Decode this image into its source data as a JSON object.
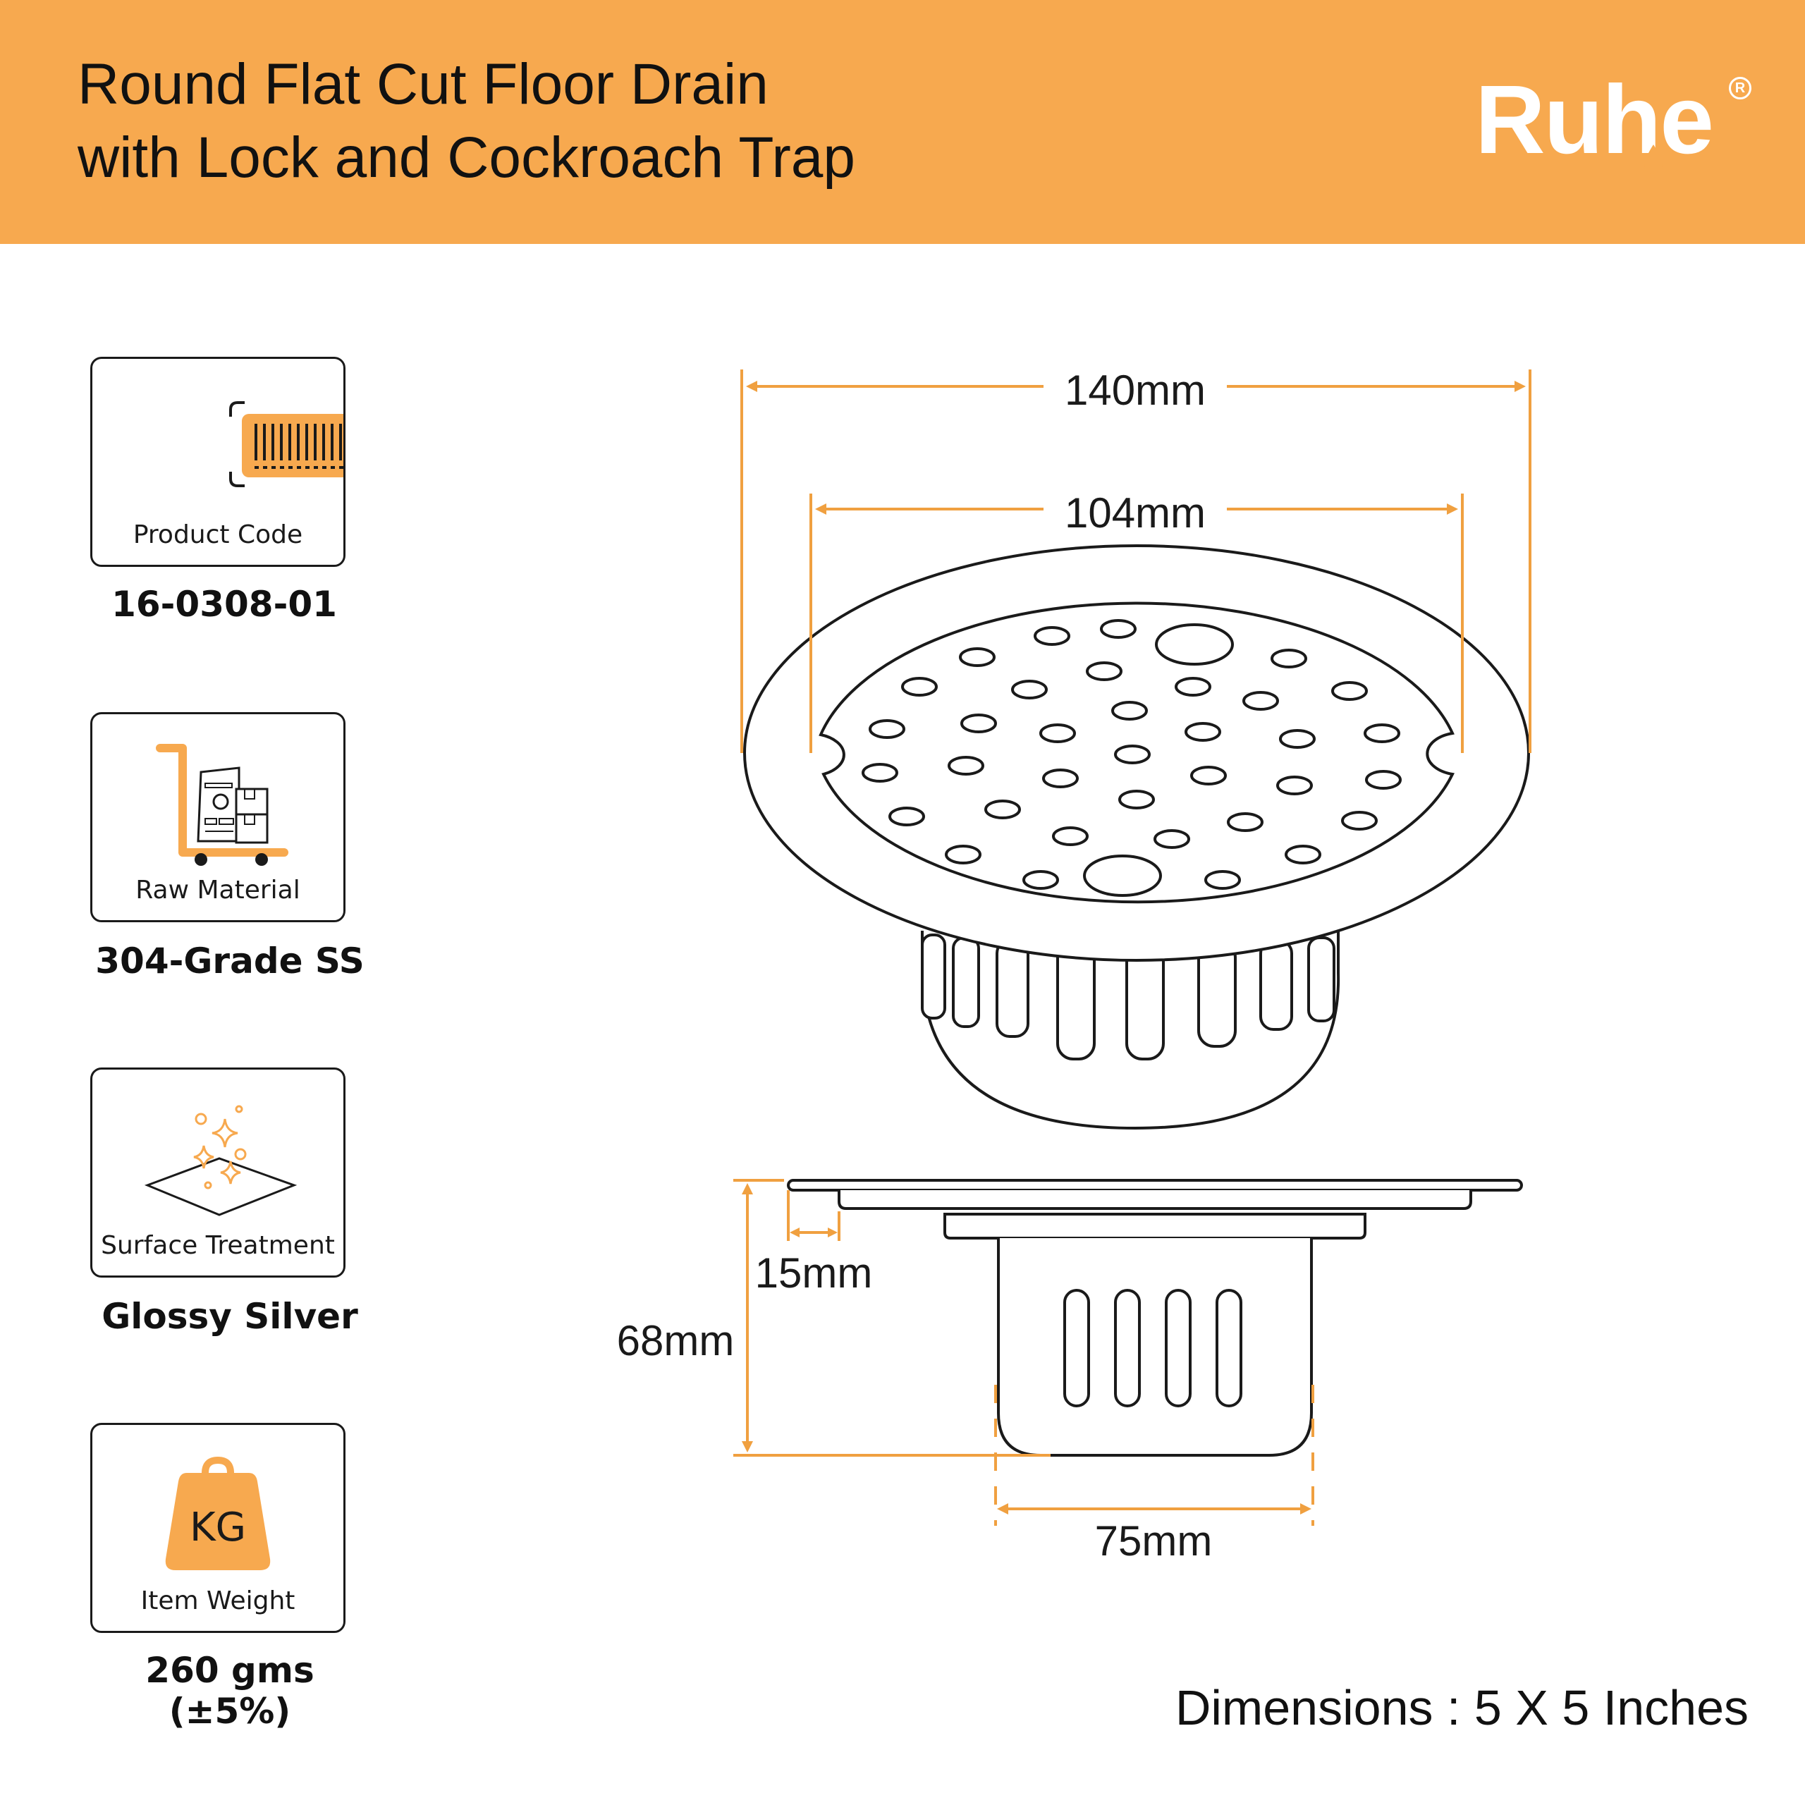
{
  "header": {
    "title_line1": "Round Flat Cut Floor Drain",
    "title_line2": "with Lock and Cockroach Trap",
    "background_color": "#f7a94f"
  },
  "brand": {
    "name": "Ruhe",
    "registered_mark": "R"
  },
  "specs": [
    {
      "label": "Product Code",
      "value": "16-0308-01",
      "icon": "barcode-icon"
    },
    {
      "label": "Raw Material",
      "value": "304-Grade SS",
      "icon": "material-cart-icon"
    },
    {
      "label": "Surface Treatment",
      "value": "Glossy Silver",
      "icon": "sparkle-surface-icon"
    },
    {
      "label": "Item Weight",
      "value": "260 gms (±5%)",
      "icon": "weight-kg-icon"
    }
  ],
  "weight_icon_text": "KG",
  "dimensions": {
    "outer_diameter": "140mm",
    "inner_diameter": "104mm",
    "flange_width": "15mm",
    "height": "68mm",
    "body_width": "75mm"
  },
  "dimensions_caption": "Dimensions : 5 X 5 Inches",
  "colors": {
    "accent": "#f7a94f",
    "dimension_line": "#f0a040",
    "outline": "#1a1a1a"
  }
}
